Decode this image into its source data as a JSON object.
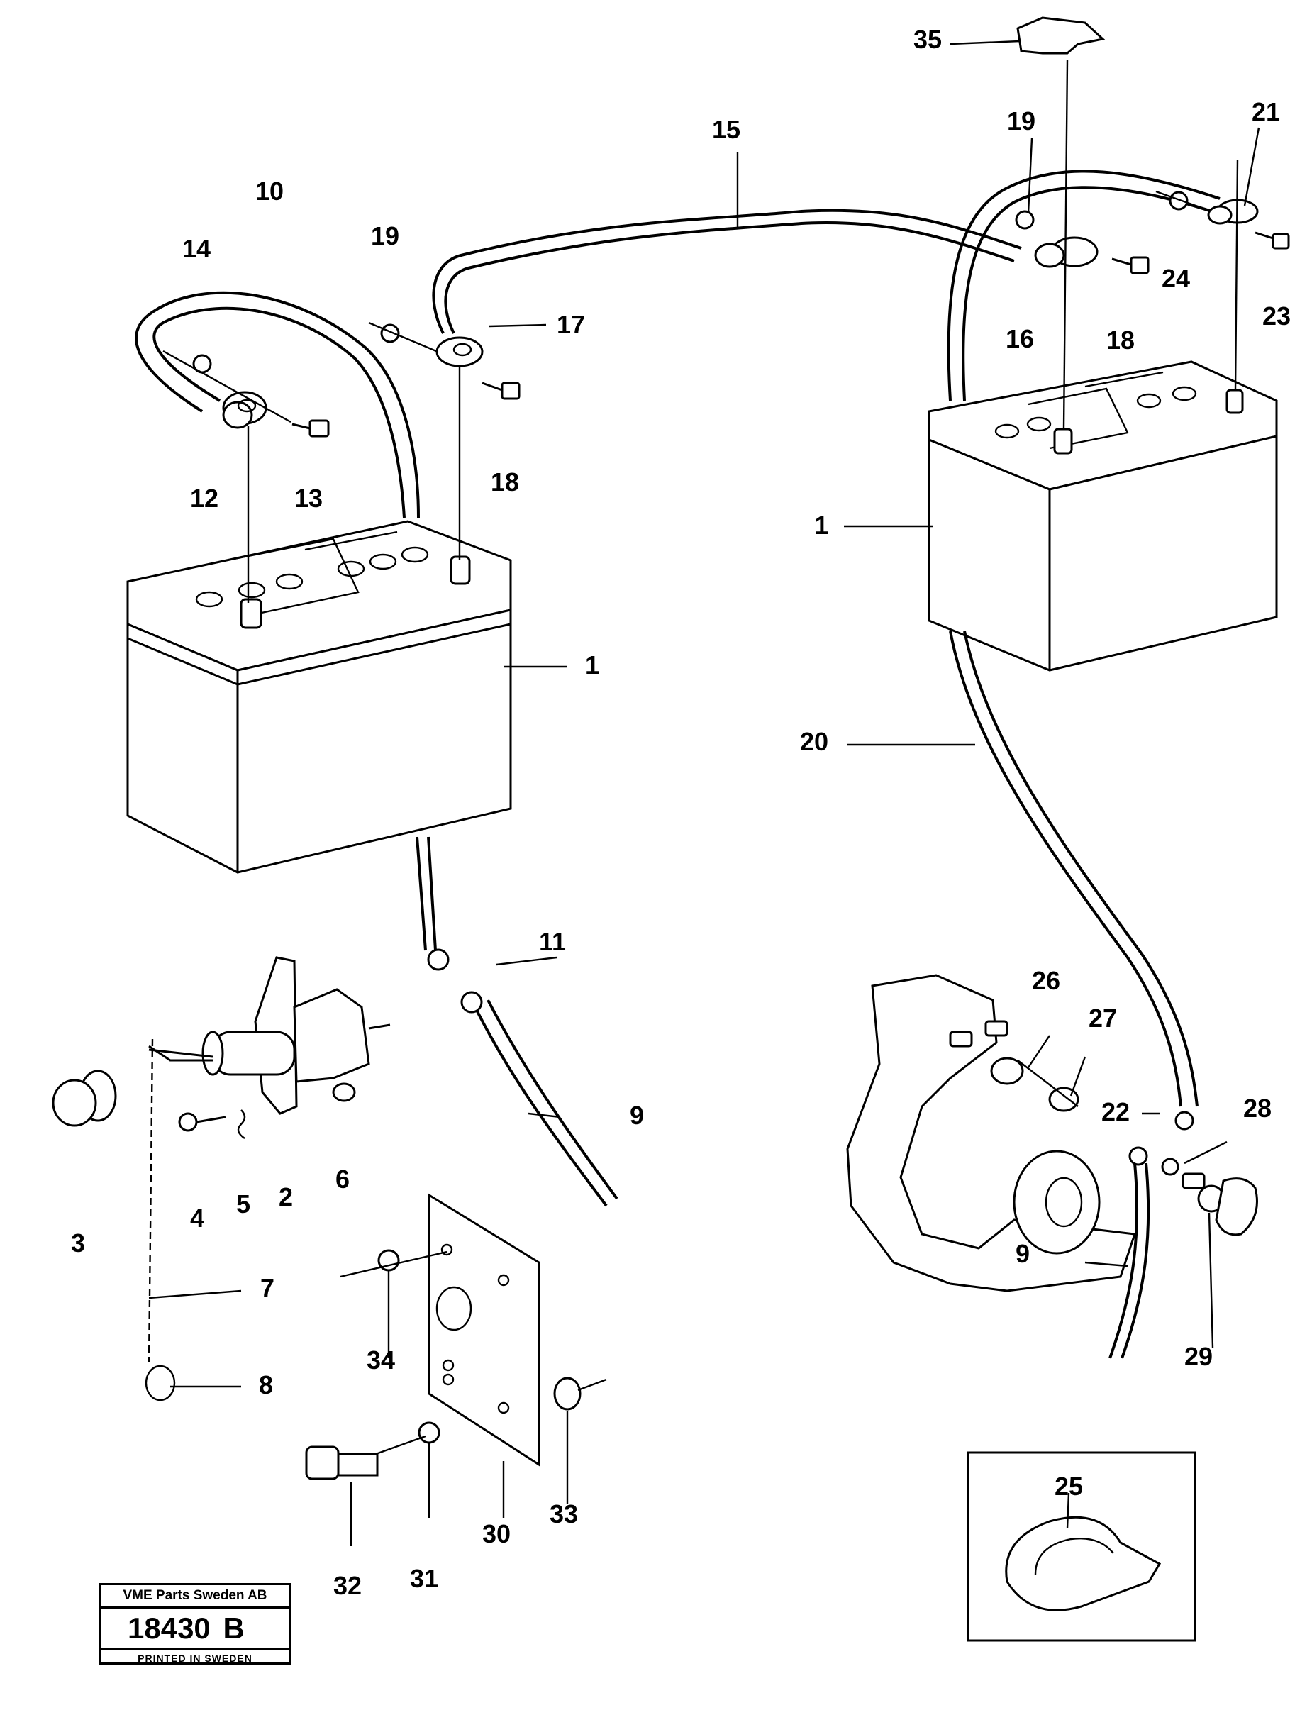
{
  "callouts": {
    "c1a": "1",
    "c1b": "1",
    "c2": "2",
    "c3": "3",
    "c4": "4",
    "c5": "5",
    "c6": "6",
    "c7": "7",
    "c8": "8",
    "c9a": "9",
    "c9b": "9",
    "c10": "10",
    "c11": "11",
    "c12": "12",
    "c13": "13",
    "c14": "14",
    "c15": "15",
    "c16": "16",
    "c17": "17",
    "c18a": "18",
    "c18b": "18",
    "c19a": "19",
    "c19b": "19",
    "c20": "20",
    "c21": "21",
    "c22": "22",
    "c23": "23",
    "c24": "24",
    "c25": "25",
    "c26": "26",
    "c27": "27",
    "c28": "28",
    "c29": "29",
    "c30": "30",
    "c31": "31",
    "c32": "32",
    "c33": "33",
    "c34": "34",
    "c35": "35"
  },
  "stamp": {
    "company": "VME Parts Sweden AB",
    "number": "18430",
    "suffix": "B",
    "printed": "PRINTED IN SWEDEN"
  }
}
